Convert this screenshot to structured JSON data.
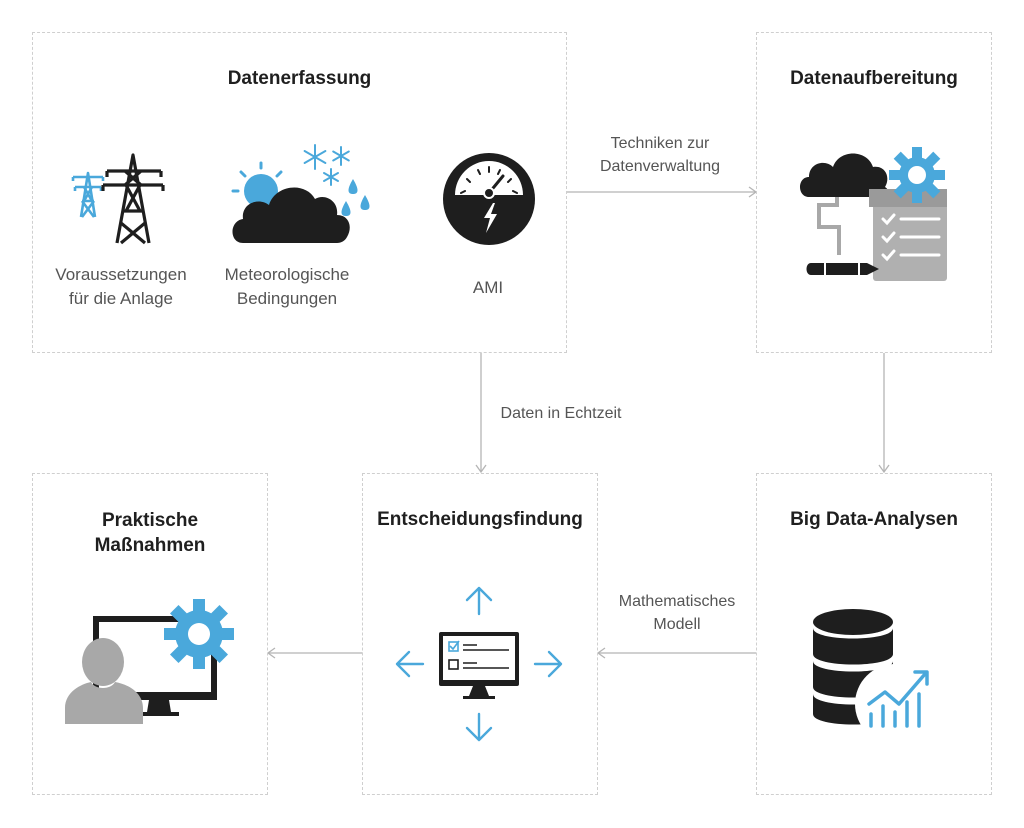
{
  "boxes": {
    "data_collection": {
      "title": "Datenerfassung",
      "items": [
        {
          "line1": "Voraussetzungen",
          "line2": "für die Anlage",
          "icon": "power-tower-icon"
        },
        {
          "line1": "Meteorologische",
          "line2": "Bedingungen",
          "icon": "weather-icon"
        },
        {
          "line1": "AMI",
          "icon": "meter-gauge-icon"
        }
      ]
    },
    "data_processing": {
      "title": "Datenaufbereitung",
      "icon": "cloud-gear-checklist-icon"
    },
    "big_data": {
      "title": "Big Data-Analysen",
      "icon": "database-chart-icon"
    },
    "decision": {
      "title": "Entscheidungsfindung",
      "icon": "monitor-arrows-icon"
    },
    "actions": {
      "title_line1": "Praktische",
      "title_line2": "Maßnahmen",
      "icon": "user-monitor-gear-icon"
    }
  },
  "connectors": {
    "data_mgmt": {
      "line1": "Techniken zur",
      "line2": "Datenverwaltung"
    },
    "realtime": {
      "label": "Daten in Echtzeit"
    },
    "math_model": {
      "line1": "Mathematisches",
      "line2": "Modell"
    }
  },
  "colors": {
    "accent_blue": "#4aa8db",
    "icon_dark": "#1e1e1e",
    "icon_gray": "#a8a8a8",
    "border": "#cfcfcf",
    "line": "#b5b5b5"
  }
}
